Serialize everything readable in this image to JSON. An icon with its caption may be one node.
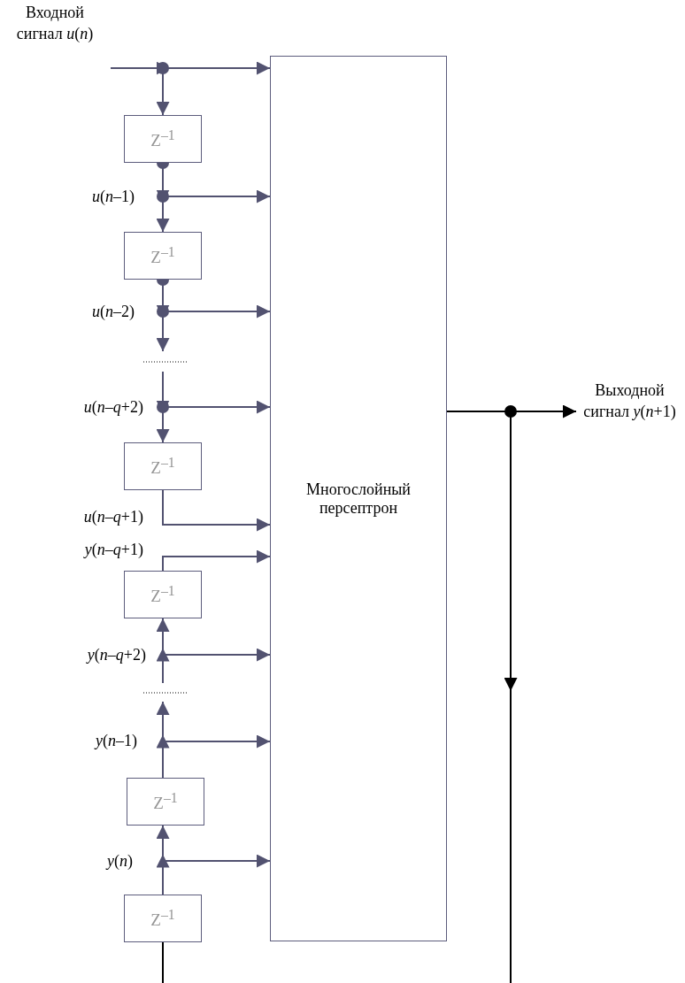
{
  "diagram": {
    "nodes": [
      {
        "text": [
          "Многослойный персептрон"
        ]
      },
      {
        "text": [
          "Z$^{–1}$"
        ]
      },
      {
        "text": [
          "Z$^{–1}$"
        ]
      },
      {
        "text": [
          "Z$^{–1}$"
        ]
      },
      {
        "text": [
          "Z$^{–1}$"
        ]
      },
      {
        "text": [
          "Z$^{–1}$"
        ]
      },
      {
        "text": [
          "Z$^{–1}$"
        ]
      },
      {
        "text": [
          "Выходной сигнал *y*(*n*+1)"
        ]
      }
    ],
    "edges": [
      {
        "from": null,
        "to": 0,
        "arrow": "to"
      },
      {
        "from": null,
        "to": 1,
        "arrow": "to"
      },
      {
        "from": 1,
        "to": 0,
        "arrow": "to"
      },
      {
        "from": 1,
        "to": 2,
        "arrow": "to"
      },
      {
        "from": 2,
        "to": 0,
        "arrow": "to"
      },
      {
        "from": 2,
        "to": null,
        "arrow": "to"
      },
      {
        "from": null,
        "to": 0,
        "arrow": "to"
      },
      {
        "from": null,
        "to": 3,
        "arrow": "to"
      },
      {
        "from": 3,
        "to": 0,
        "arrow": "to"
      },
      {
        "from": 4,
        "to": 0,
        "arrow": "to"
      },
      {
        "from": null,
        "to": 0,
        "arrow": "to"
      },
      {
        "from": null,
        "to": 4,
        "arrow": "to"
      },
      {
        "from": 5,
        "to": 0,
        "arrow": "to"
      },
      {
        "from": 5,
        "to": null,
        "arrow": "to"
      },
      {
        "from": 6,
        "to": 0,
        "arrow": "to"
      },
      {
        "from": 6,
        "to": 5,
        "arrow": "to"
      },
      {
        "from": null,
        "to": 6,
        "arrow": "none",
        "color": "#000000"
      },
      {
        "from": 0,
        "to": 7,
        "arrow": "to",
        "color": "#000000"
      },
      {
        "from": 0,
        "to": null,
        "arrow": "to",
        "color": "#000000"
      }
    ],
    "labels": [
      "Входной сигнал *u*(*n*)",
      "*u*(*n*–1)",
      "*u*(*n*–2)",
      "*u*(*n*–*q*+2)",
      "*u*(*n*–*q*+1)",
      "*y*(*n*–*q*+1)",
      "*y*(*n*–*q*+2)",
      "*y*(*n*–1)",
      "*y*(*n*)"
    ]
  }
}
